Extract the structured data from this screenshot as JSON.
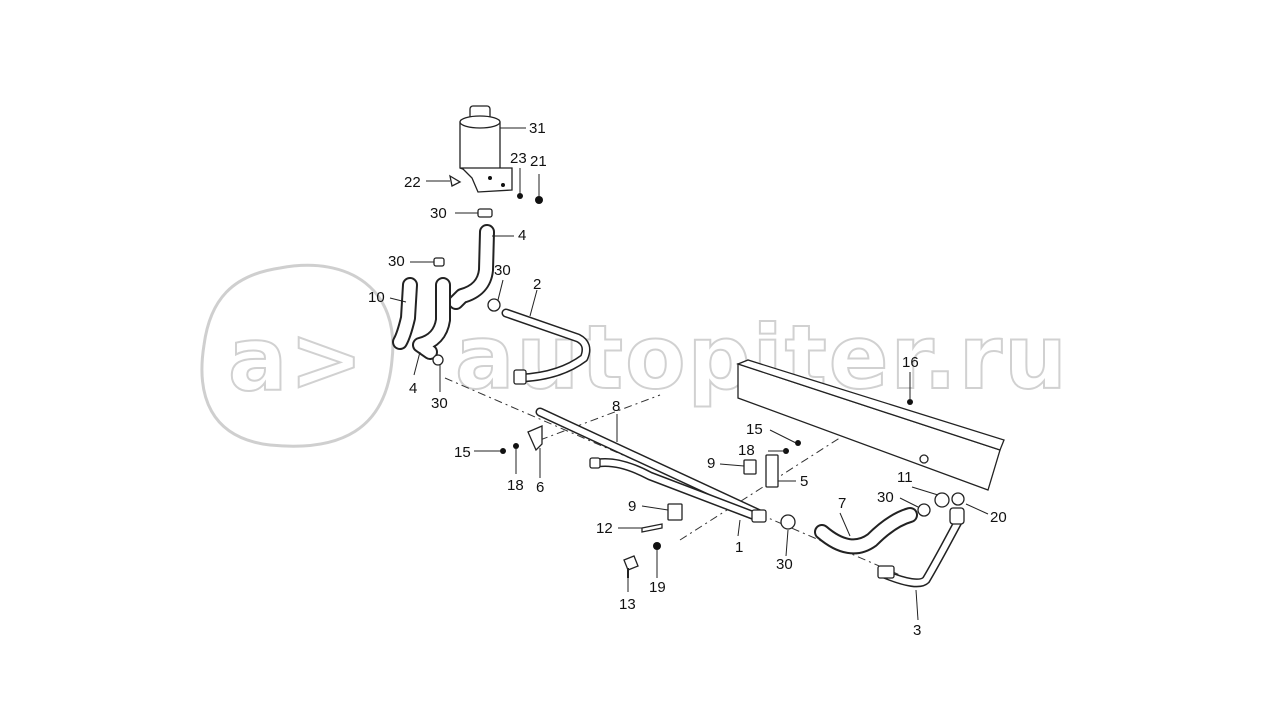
{
  "watermark": {
    "text": "autopiter.ru",
    "logo_glyph": "a>"
  },
  "callouts": [
    {
      "id": "c31a",
      "text": "31"
    },
    {
      "id": "c23",
      "text": "23"
    },
    {
      "id": "c21",
      "text": "21"
    },
    {
      "id": "c22",
      "text": "22"
    },
    {
      "id": "c30a",
      "text": "30"
    },
    {
      "id": "c4a",
      "text": "4"
    },
    {
      "id": "c30b",
      "text": "30"
    },
    {
      "id": "c30c",
      "text": "30"
    },
    {
      "id": "c2",
      "text": "2"
    },
    {
      "id": "c10",
      "text": "10"
    },
    {
      "id": "c4b",
      "text": "4"
    },
    {
      "id": "c30d",
      "text": "30"
    },
    {
      "id": "c16",
      "text": "16"
    },
    {
      "id": "c8",
      "text": "8"
    },
    {
      "id": "c15a",
      "text": "15"
    },
    {
      "id": "c18a",
      "text": "18"
    },
    {
      "id": "c6",
      "text": "6"
    },
    {
      "id": "c15b",
      "text": "15"
    },
    {
      "id": "c18b",
      "text": "18"
    },
    {
      "id": "c9a",
      "text": "9"
    },
    {
      "id": "c5",
      "text": "5"
    },
    {
      "id": "c11",
      "text": "11"
    },
    {
      "id": "c7",
      "text": "7"
    },
    {
      "id": "c30e",
      "text": "30"
    },
    {
      "id": "c20",
      "text": "20"
    },
    {
      "id": "c9b",
      "text": "9"
    },
    {
      "id": "c12",
      "text": "12"
    },
    {
      "id": "c1",
      "text": "1"
    },
    {
      "id": "c30f",
      "text": "30"
    },
    {
      "id": "c13",
      "text": "13"
    },
    {
      "id": "c19",
      "text": "19"
    },
    {
      "id": "c3",
      "text": "3"
    }
  ]
}
